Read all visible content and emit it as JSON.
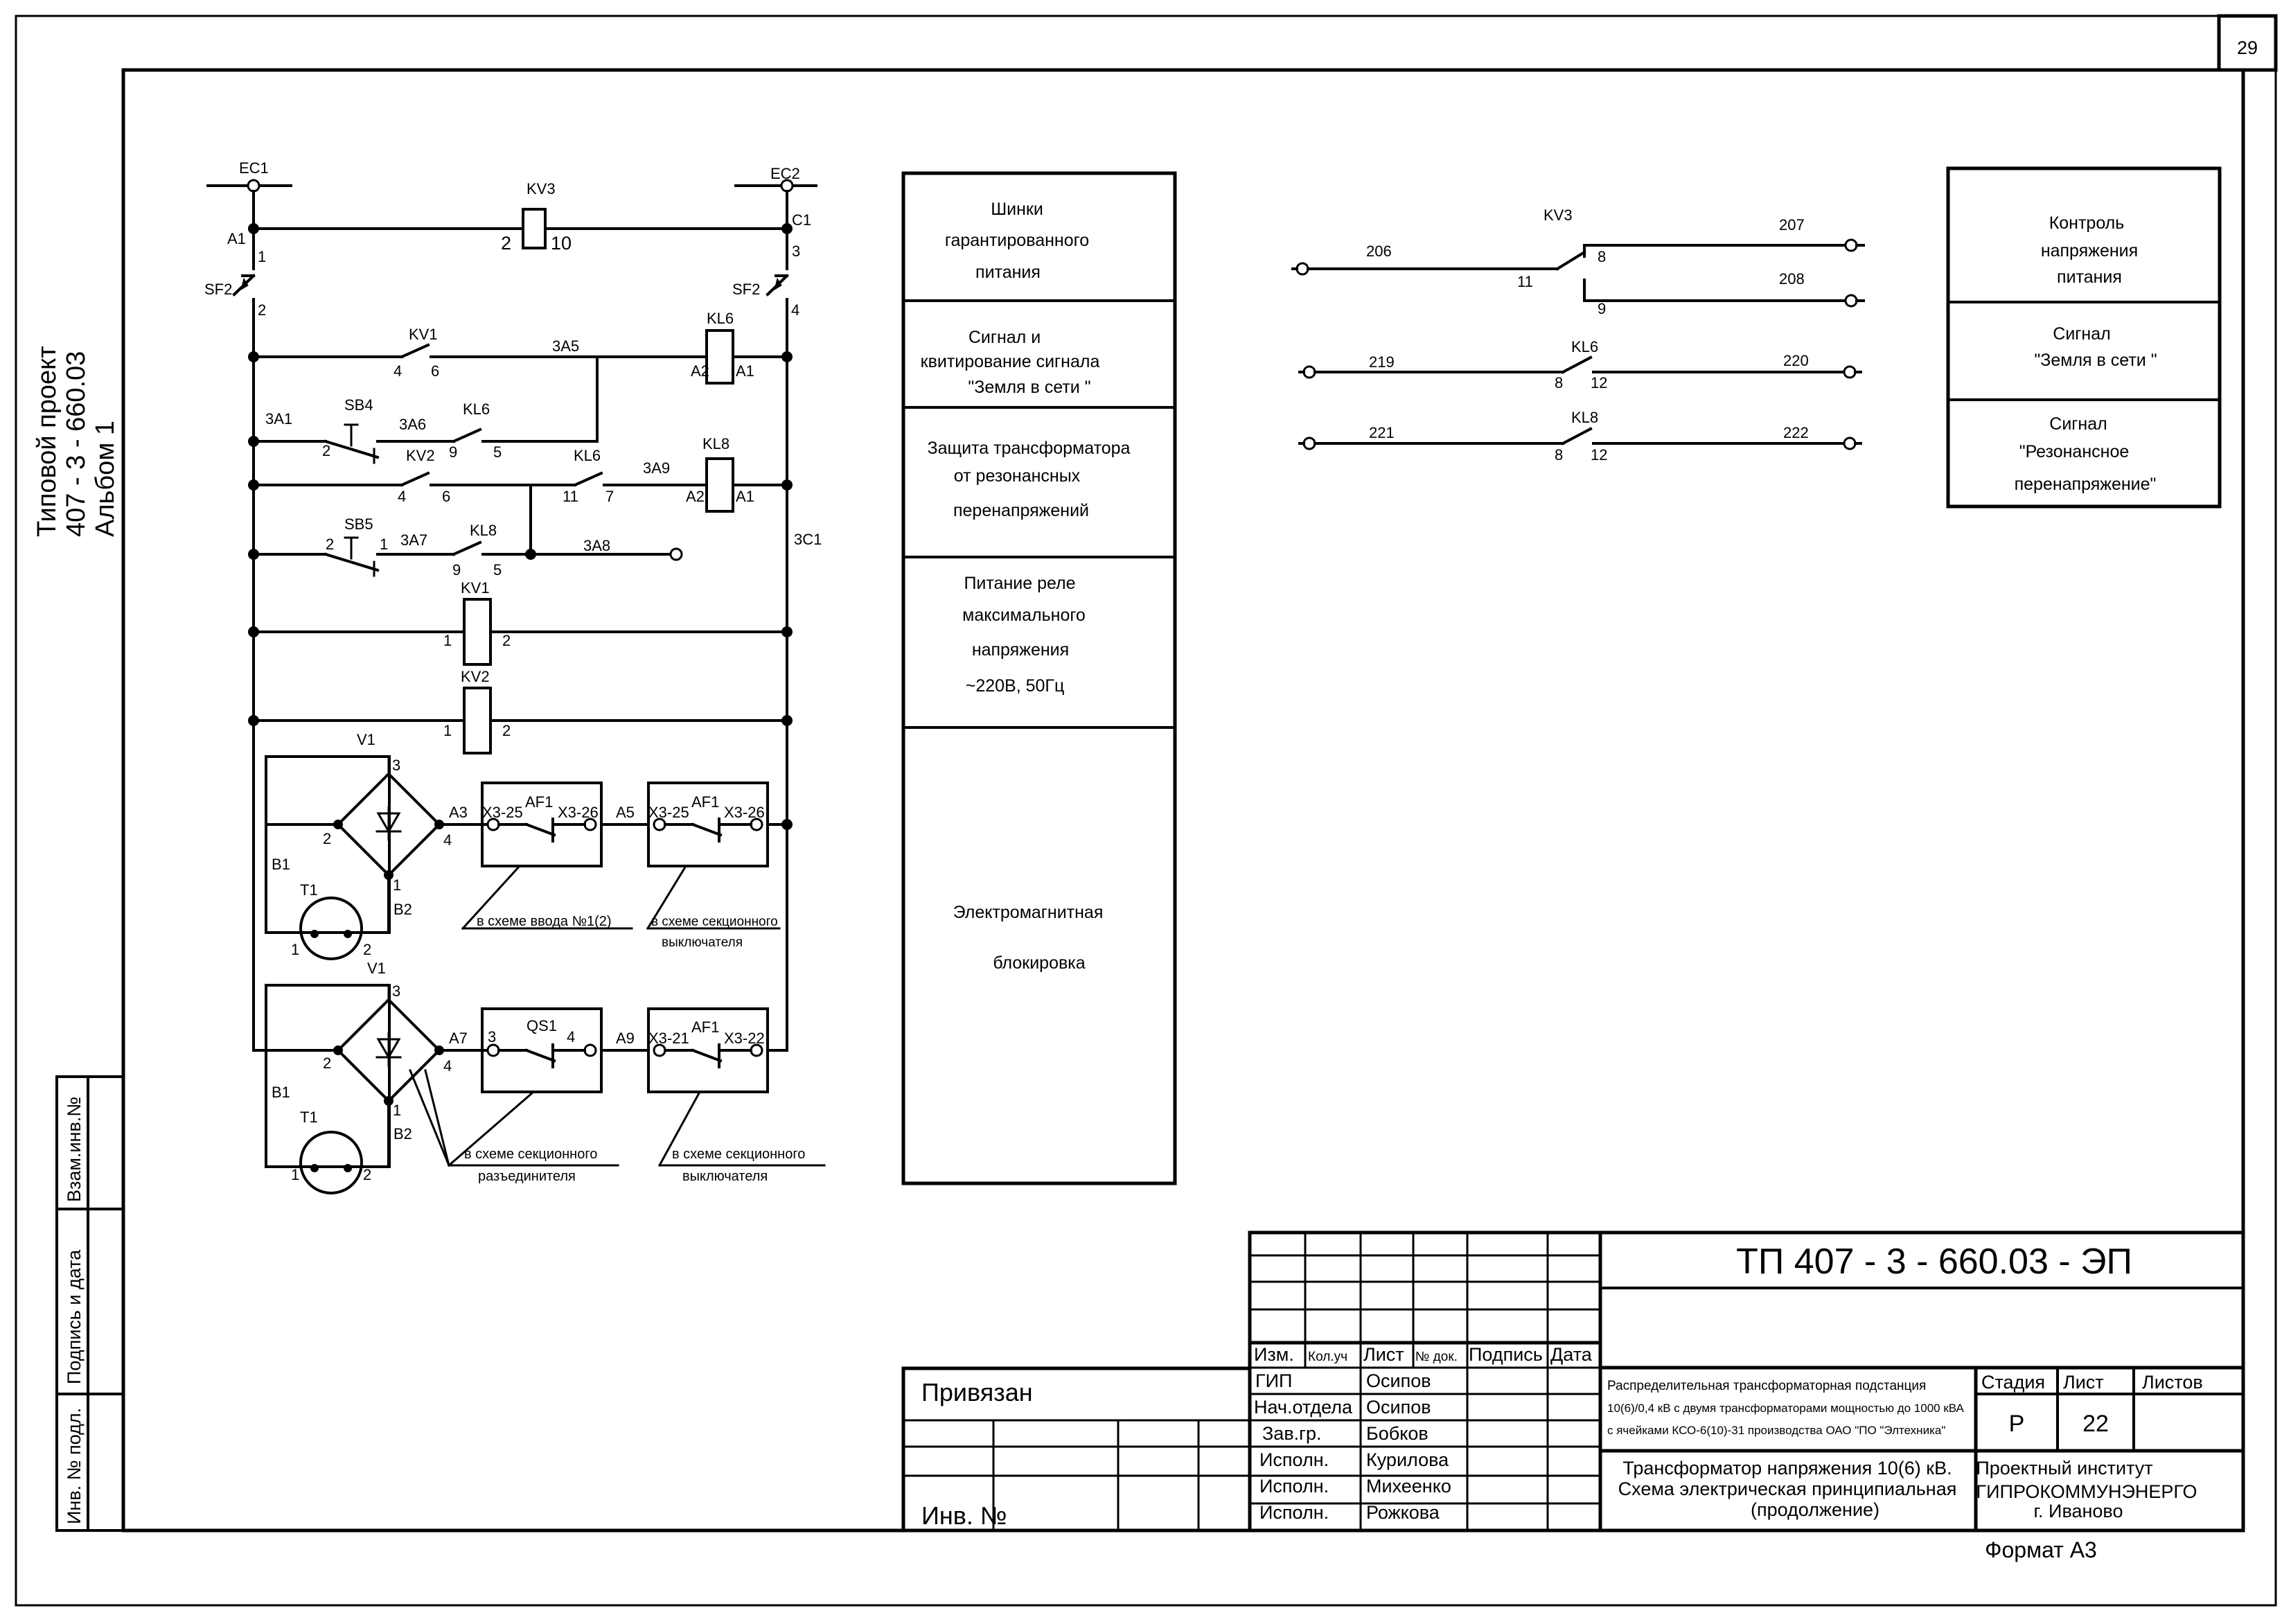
{
  "sheet_number": "29",
  "side_stamp": {
    "line1": "Типовой проект",
    "line2": "407 - 3 - 660.03",
    "line3": "Альбом   1"
  },
  "left_strip": {
    "vzam": "Взам.инв.№",
    "podpis": "Подпись и дата",
    "inv_podl": "Инв. №  подл."
  },
  "labels": {
    "ec1": "EC1",
    "ec2": "EC2",
    "kv3": "KV3",
    "a1": "A1",
    "c1": "C1",
    "n1": "1",
    "n3": "3",
    "n2": "2",
    "n10": "10",
    "n4": "4",
    "sf2a": "SF2",
    "sf2b": "SF2",
    "sf2a_pin": "2",
    "sf2b_pin": "4",
    "kv1_c": "KV1",
    "kv1_c_4": "4",
    "kv1_c_6": "6",
    "net_3a5": "3A5",
    "kl6_coil": "KL6",
    "kl6_a2": "A2",
    "kl6_a1": "A1",
    "net_3a1": "3A1",
    "sb4": "SB4",
    "sb4_2": "2",
    "net_3a6": "3A6",
    "kl6_c1": "KL6",
    "kl6_c1_9": "9",
    "kl6_c1_5": "5",
    "kv2_c": "KV2",
    "kv2_c_4": "4",
    "kv2_c_6": "6",
    "kl6_c2": "KL6",
    "kl6_c2_11": "11",
    "kl6_c2_7": "7",
    "net_3a9": "3A9",
    "kl8_coil": "KL8",
    "kl8_a2": "A2",
    "kl8_a1": "A1",
    "sb5": "SB5",
    "sb5_2": "2",
    "sb5_1": "1",
    "net_3a7": "3A7",
    "kl8_c": "KL8",
    "kl8_c_9": "9",
    "kl8_c_5": "5",
    "net_3a8": "3A8",
    "net_3c1": "3C1",
    "kv1_coil": "KV1",
    "kv1_1": "1",
    "kv1_2": "2",
    "kv2_coil": "KV2",
    "kv2_1": "1",
    "kv2_2": "2",
    "v1a": "V1",
    "v1a_3": "3",
    "v1a_2": "2",
    "v1a_4": "4",
    "v1a_1": "1",
    "net_a3": "A3",
    "b1a": "B1",
    "b2a": "B2",
    "t1a": "T1",
    "t1a_1": "1",
    "t1a_2": "2",
    "af1a_l": "X3-25",
    "af1a_m": "AF1",
    "af1a_r": "X3-26",
    "net_a5": "A5",
    "af1b_l": "X3-25",
    "af1b_m": "AF1",
    "af1b_r": "X3-26",
    "note1": "в схеме ввода №1(2)",
    "note2a": "в схеме секционного",
    "note2b": "выключателя",
    "v1b": "V1",
    "v1b_3": "3",
    "v1b_2": "2",
    "v1b_4": "4",
    "v1b_1": "1",
    "net_a7": "A7",
    "b1b": "B1",
    "b2b": "B2",
    "t1b": "T1",
    "t1b_1": "1",
    "t1b_2": "2",
    "qs1": "QS1",
    "qs1_3": "3",
    "qs1_4": "4",
    "net_a9": "A9",
    "af1c_l": "X3-21",
    "af1c_m": "AF1",
    "af1c_r": "X3-22",
    "note3a": "в схеме секционного",
    "note3b": "разъединителя",
    "note4a": "в схеме секционного",
    "note4b": "выключателя"
  },
  "middle_legend": [
    [
      "Шинки",
      "гарантированного",
      "питания"
    ],
    [
      "Сигнал и",
      "квитирование сигнала",
      "\"Земля в сети \""
    ],
    [
      "Защита трансформатора",
      "от резонансных",
      "перенапряжений"
    ],
    [
      "Питание реле",
      "максимального",
      "напряжения",
      "~220В, 50Гц"
    ],
    [
      "Электромагнитная",
      "блокировка"
    ]
  ],
  "right_labels": {
    "kv3": "KV3",
    "w206": "206",
    "w207": "207",
    "w208": "208",
    "p11": "11",
    "p8": "8",
    "p9": "9",
    "kl6": "KL6",
    "w219": "219",
    "w220": "220",
    "p8b": "8",
    "p12b": "12",
    "kl8": "KL8",
    "w221": "221",
    "w222": "222",
    "p8c": "8",
    "p12c": "12"
  },
  "right_legend": [
    [
      "Контроль",
      "напряжения",
      "питания"
    ],
    [
      "Сигнал",
      "\"Земля в сети \""
    ],
    [
      "Сигнал",
      "\"Резонансное",
      "перенапряжение\""
    ]
  ],
  "title_block": {
    "code": "ТП  407 - 3 - 660.03 - ЭП",
    "headers": [
      "Изм.",
      "Кол.уч",
      "Лист",
      "№ док.",
      "Подпись",
      "Дата"
    ],
    "roles": [
      "ГИП",
      "Нач.отдела",
      "Зав.гр.",
      "Исполн.",
      "Исполн.",
      "Исполн."
    ],
    "names": [
      "Осипов",
      "Осипов",
      "Бобков",
      "Курилова",
      "Михеенко",
      "Рожкова"
    ],
    "privyazan": "Привязан",
    "inv_no": "Инв. №",
    "project_desc": [
      "Распределительная трансформаторная подстанция",
      "10(6)/0,4 кВ с двумя трансформаторами мощностью  до 1000 кВА",
      "с ячейками КСО-6(10)-31 производства ОАО \"ПО \"Элтехника\""
    ],
    "sheet_title": [
      "Трансформатор напряжения 10(6) кВ.",
      "Схема электрическая принципиальная",
      "(продолжение)"
    ],
    "stage_header": "Стадия",
    "list_header": "Лист",
    "lists_header": "Листов",
    "stage": "Р",
    "list_no": "22",
    "org": [
      "Проектный институт",
      "ГИПРОКОММУНЭНЕРГО",
      "г. Иваново"
    ],
    "format": "Формат А3"
  }
}
